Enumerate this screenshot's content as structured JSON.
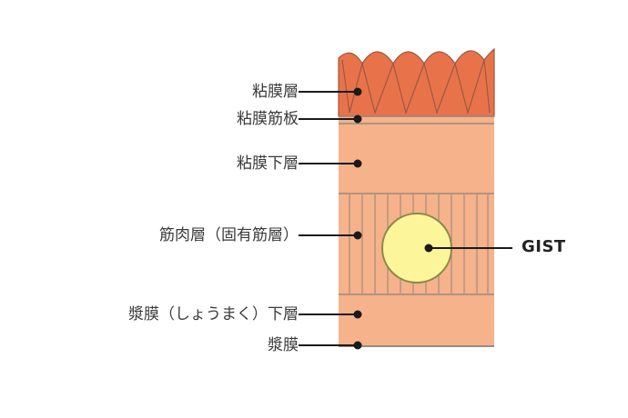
{
  "labels": {
    "mucosa": "粘膜層",
    "muscularis_mucosae": "粘膜筋板",
    "submucosa": "粘膜下層",
    "muscularis_propria": "筋肉層（固有筋層）",
    "subserosa": "漿膜（しょうまく）下層",
    "serosa": "漿膜",
    "tumor": "GIST"
  },
  "colors": {
    "mucosa": "#e8734a",
    "wall": "#f6b28a",
    "line": "#9a8a80",
    "leader": "#1a1a1a",
    "tumor_fill": "#fdf59a",
    "tumor_stroke": "#b9b04a"
  }
}
